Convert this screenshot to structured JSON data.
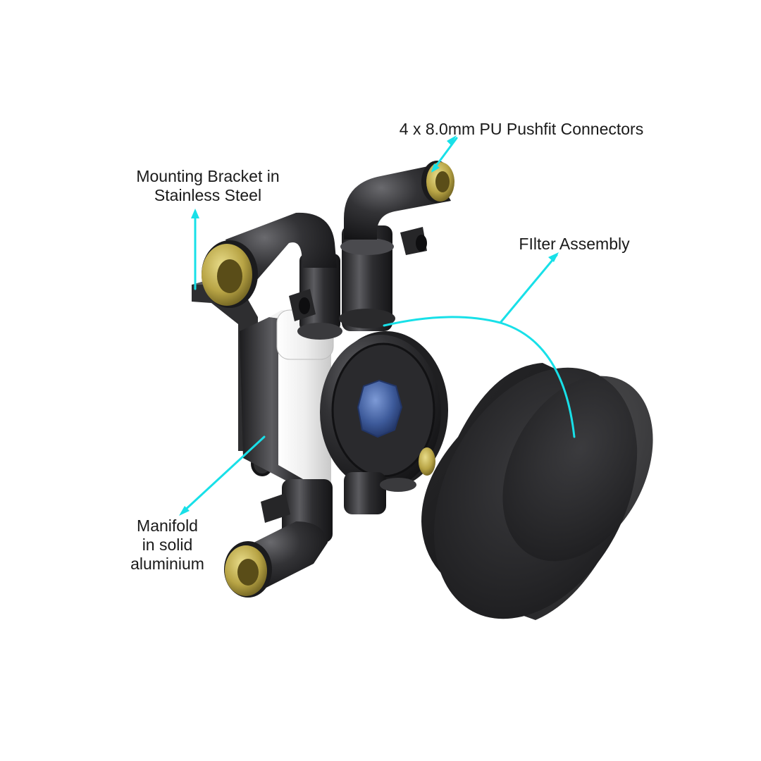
{
  "labels": {
    "connectors": "4 x 8.0mm PU Pushfit Connectors",
    "bracket_line1": "Mounting Bracket in",
    "bracket_line2": "Stainless Steel",
    "filter": "FIlter Assembly",
    "manifold_line1": "Manifold",
    "manifold_line2": "in solid",
    "manifold_line3": "aluminium"
  },
  "colors": {
    "background": "#ffffff",
    "leader_lines": "#18e0e8",
    "parts_dark": "#2b2b2d",
    "brass_inserts": "#b9a54a",
    "manifold_body": "#e9e9e9",
    "filter_window": "#3d5a9a"
  },
  "icons": {
    "part_renders": "exploded-filter-manifold-assembly"
  }
}
